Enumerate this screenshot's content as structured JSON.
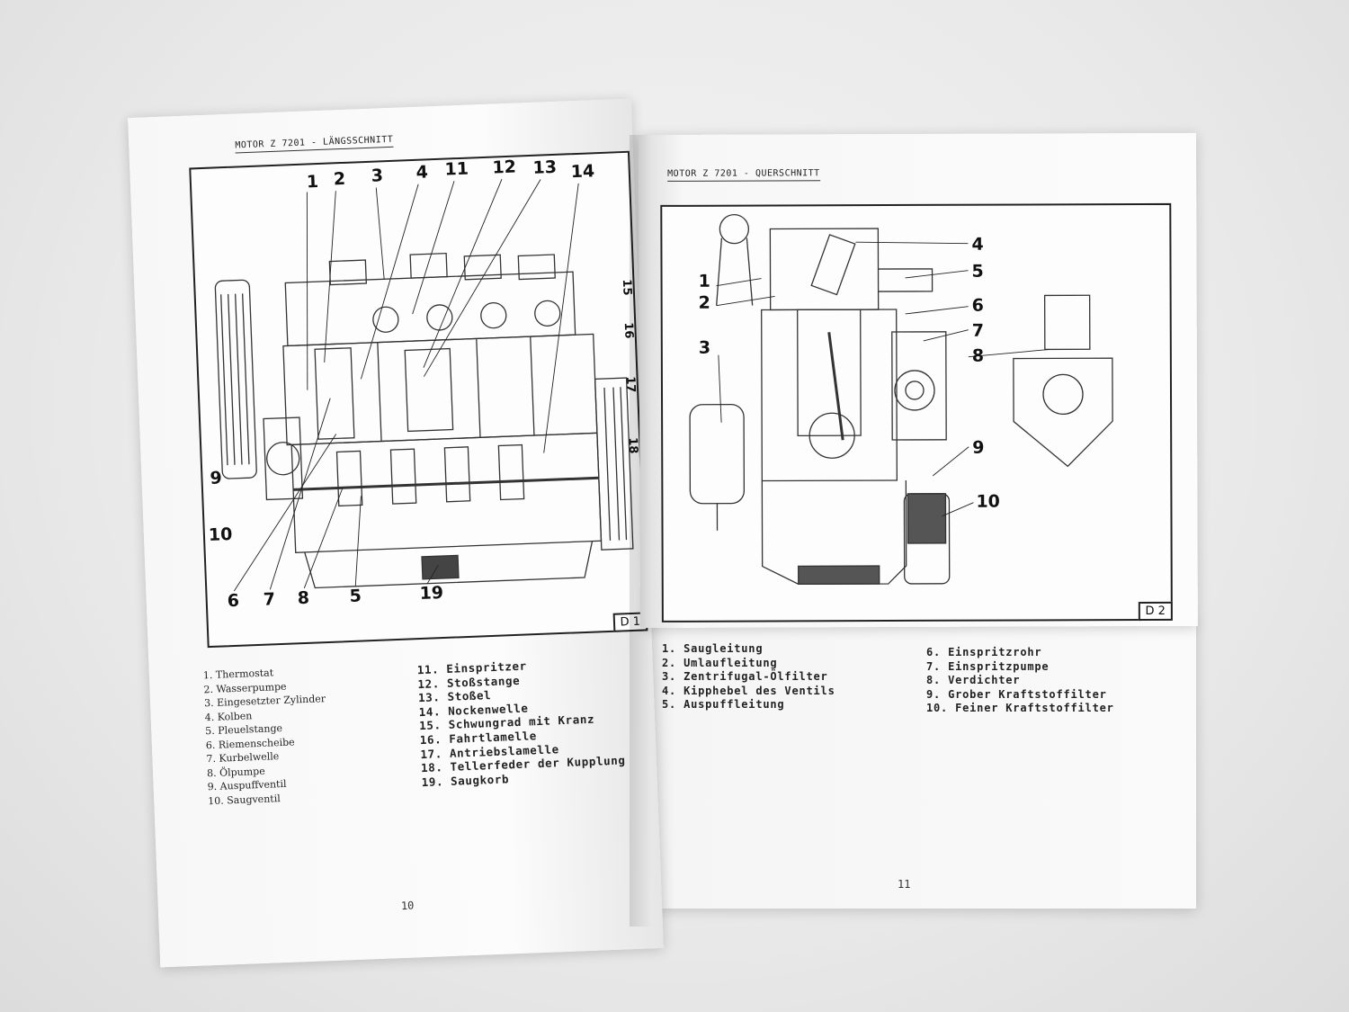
{
  "left_page": {
    "heading": "MOTOR Z 7201 - LÄNGSSCHNITT",
    "figure_code": "D 1",
    "callouts_top": [
      "1",
      "2",
      "3",
      "4",
      "11",
      "12",
      "13",
      "14"
    ],
    "callouts_left": [
      "9",
      "10"
    ],
    "callouts_bottom": [
      "6",
      "7",
      "8",
      "5",
      "19"
    ],
    "callouts_right": [
      "15",
      "16",
      "17",
      "18"
    ],
    "legend_col1": [
      "1. Thermostat",
      "2. Wasserpumpe",
      "3. Eingesetzter Zylinder",
      "4. Kolben",
      "5. Pleuelstange",
      "6. Riemenscheibe",
      "7. Kurbelwelle",
      "8. Ölpumpe",
      "9. Auspuffventil",
      "10. Saugventil"
    ],
    "legend_col2": [
      "11. Einspritzer",
      "12. Stoßstange",
      "13. Stoßel",
      "14. Nockenwelle",
      "15. Schwungrad mit Kranz",
      "16. Fahrtlamelle",
      "17. Antriebslamelle",
      "18. Tellerfeder der Kupplung",
      "19. Saugkorb"
    ],
    "page_number": "10"
  },
  "right_page": {
    "heading": "MOTOR Z 7201 - QUERSCHNITT",
    "figure_code": "D 2",
    "callouts_left": [
      "1",
      "2",
      "3"
    ],
    "callouts_right": [
      "4",
      "5",
      "6",
      "7",
      "8",
      "9",
      "10"
    ],
    "legend_col1": [
      "1. Saugleitung",
      "2. Umlaufleitung",
      "3. Zentrifugal-Ölfilter",
      "4. Kipphebel des Ventils",
      "5. Auspuffleitung"
    ],
    "legend_col2": [
      "6. Einspritzrohr",
      "7. Einspritzpumpe",
      "8. Verdichter",
      "9. Grober Kraftstoffilter",
      "10. Feiner Kraftstoffilter"
    ],
    "page_number": "11"
  }
}
